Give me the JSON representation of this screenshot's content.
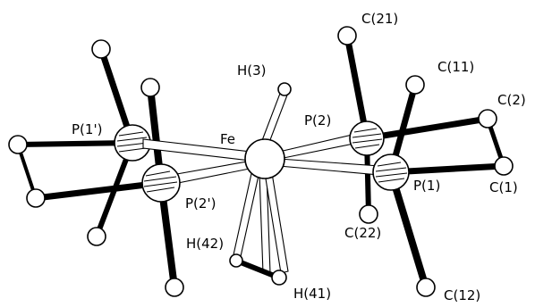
{
  "diagram": {
    "labels": {
      "fe": "Fe",
      "h3": "H(3)",
      "h41": "H(41)",
      "h42": "H(42)",
      "p1": "P(1)",
      "p2": "P(2)",
      "p1p": "P(1')",
      "p2p": "P(2')",
      "c1": "C(1)",
      "c2": "C(2)",
      "c11": "C(11)",
      "c12": "C(12)",
      "c21": "C(21)",
      "c22": "C(22)"
    }
  }
}
